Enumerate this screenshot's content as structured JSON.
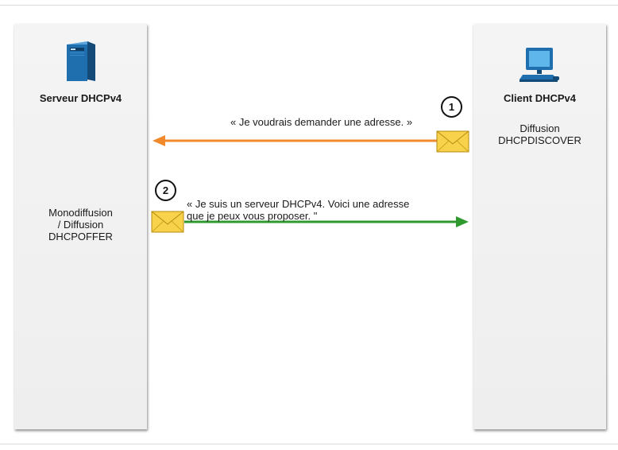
{
  "server": {
    "title": "Serveur DHCPv4",
    "mode_lines": [
      "Monodiffusion",
      "/ Diffusion",
      "DHCPOFFER"
    ]
  },
  "client": {
    "title": "Client DHCPv4",
    "mode_lines": [
      "Diffusion",
      "DHCPDISCOVER"
    ]
  },
  "messages": [
    {
      "step": "1",
      "text_lines": [
        "« Je voudrais demander une adresse. »"
      ],
      "color": "#f08a2c",
      "direction": "client-to-server"
    },
    {
      "step": "2",
      "text_lines": [
        "« Je suis un serveur DHCPv4. Voici une adresse",
        "que je peux vous proposer. \""
      ],
      "color": "#2e9a2e",
      "direction": "server-to-client"
    }
  ],
  "colors": {
    "server_icon": "#1f6fae",
    "client_icon": "#1f6fae",
    "envelope": "#f7d24a",
    "panel": "#f2f2f2"
  },
  "icons": {
    "server": "server-tower-icon",
    "client": "desktop-computer-icon",
    "message": "envelope-icon"
  }
}
